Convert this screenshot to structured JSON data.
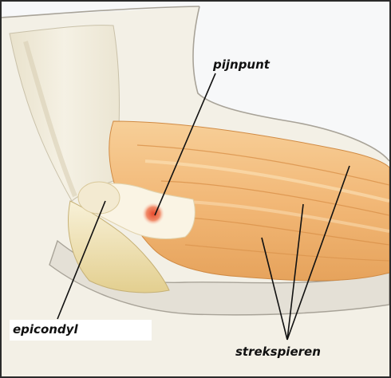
{
  "labels": {
    "pain_point": "pijnpunt",
    "epicondyle": "epicondyl",
    "extensor_muscles": "strekspieren"
  },
  "colors": {
    "background": "#f7f8f9",
    "skin": "#f1ede2",
    "skin_outline": "#a39f96",
    "muscle": "#f2be82",
    "muscle_dark": "#d98d3e",
    "muscle_light": "#fbe2b9",
    "tendon": "#faf3e2",
    "bone": "#efe2b4",
    "pain": "#e85838",
    "leader_line": "#111111"
  }
}
